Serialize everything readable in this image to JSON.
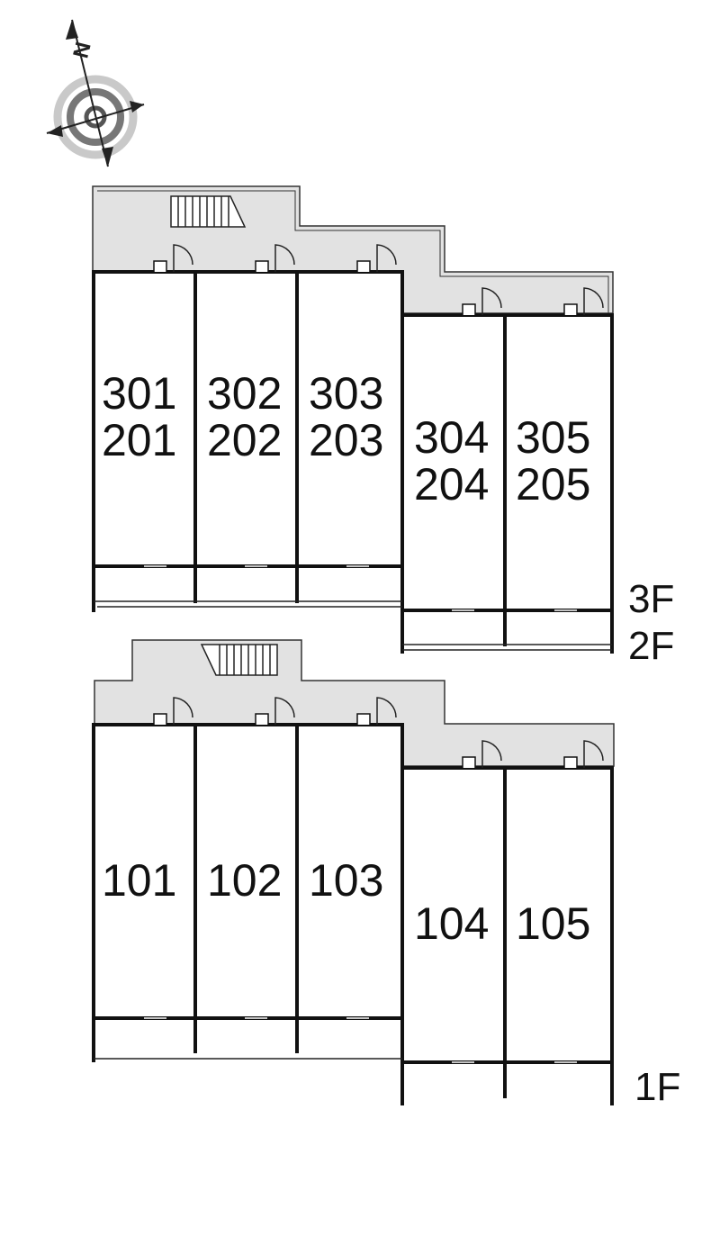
{
  "compass": {
    "icon": "compass-north-icon",
    "north_label": "N"
  },
  "upper_plan": {
    "units": [
      {
        "id": "u301",
        "line1": "301",
        "line2": "201"
      },
      {
        "id": "u302",
        "line1": "302",
        "line2": "202"
      },
      {
        "id": "u303",
        "line1": "303",
        "line2": "203"
      },
      {
        "id": "u304",
        "line1": "304",
        "line2": "204"
      },
      {
        "id": "u305",
        "line1": "305",
        "line2": "205"
      }
    ],
    "floor_labels": [
      "3F",
      "2F"
    ]
  },
  "lower_plan": {
    "units": [
      {
        "id": "u101",
        "line1": "101"
      },
      {
        "id": "u102",
        "line1": "102"
      },
      {
        "id": "u103",
        "line1": "103"
      },
      {
        "id": "u104",
        "line1": "104"
      },
      {
        "id": "u105",
        "line1": "105"
      }
    ],
    "floor_labels": [
      "1F"
    ]
  },
  "colors": {
    "corridor": "#e2e2e2",
    "wall": "#111111",
    "background": "#ffffff"
  }
}
